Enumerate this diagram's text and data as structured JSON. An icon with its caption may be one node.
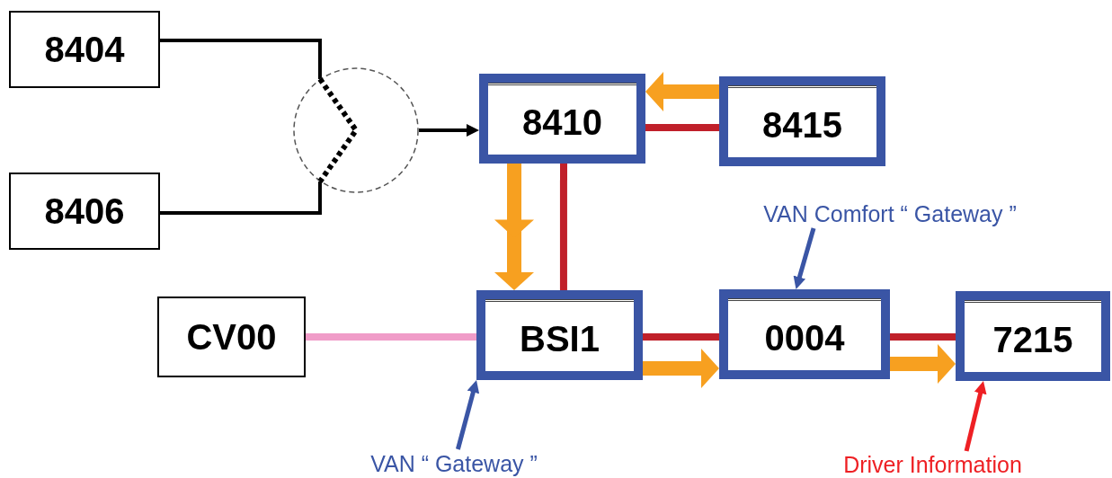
{
  "diagram": {
    "nodes": [
      {
        "text": [
          "8404"
        ]
      },
      {
        "text": [
          "8406"
        ]
      },
      {
        "text": [],
        "shape": "circle"
      },
      {
        "text": [
          "8410"
        ]
      },
      {
        "text": [
          "8415"
        ]
      },
      {
        "text": [
          "VAN Comfort “ Gateway ”"
        ]
      },
      {
        "text": [
          "CV00"
        ]
      },
      {
        "text": [
          "BSI1"
        ]
      },
      {
        "text": [
          "0004"
        ]
      },
      {
        "text": [
          "7215"
        ]
      },
      {
        "text": [
          "VAN “ Gateway ”"
        ]
      },
      {
        "text": [
          "Driver Information"
        ]
      }
    ],
    "edges": [
      {
        "from": 0,
        "to": 2,
        "arrow": "none",
        "color": "#000000"
      },
      {
        "from": 1,
        "to": 2,
        "arrow": "none",
        "color": "#000000"
      },
      {
        "from": 2,
        "to": 3,
        "arrow": "to",
        "color": "#000000"
      },
      {
        "from": 3,
        "to": 4,
        "arrow": "none"
      },
      {
        "from": 3,
        "to": 7,
        "arrow": "none"
      },
      {
        "from": 6,
        "to": 7,
        "arrow": "none",
        "color": "#f09cc8"
      },
      {
        "from": 7,
        "to": 8,
        "arrow": "none"
      },
      {
        "from": 8,
        "to": 9,
        "arrow": "none"
      },
      {
        "from": 4,
        "to": 3,
        "arrow": "to",
        "style": "thick",
        "color": "#f7a020"
      },
      {
        "from": 3,
        "to": 7,
        "arrow": "to",
        "style": "thick",
        "color": "#f7a020"
      },
      {
        "from": 7,
        "to": 8,
        "arrow": "to",
        "style": "thick",
        "color": "#f7a020"
      },
      {
        "from": 8,
        "to": 9,
        "arrow": "to",
        "style": "thick",
        "color": "#f7a020"
      },
      {
        "from": 5,
        "to": 8,
        "arrow": "to",
        "color": "#3a55a5"
      },
      {
        "from": 10,
        "to": 7,
        "arrow": "to",
        "color": "#3a55a5"
      },
      {
        "from": 11,
        "to": 9,
        "arrow": "to",
        "color": "#ee2024"
      }
    ]
  }
}
